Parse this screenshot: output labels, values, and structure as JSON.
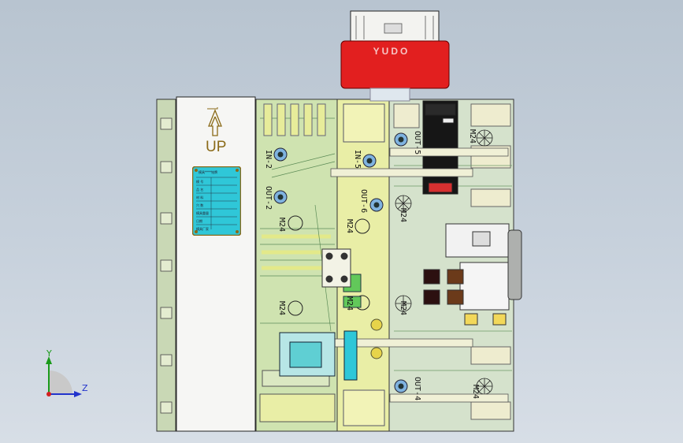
{
  "brand": {
    "name": "YUDO"
  },
  "handle": {
    "label": "UP"
  },
  "nameplate": {
    "title": "模具****铭牌",
    "rows": [
      "模 号",
      "品 名",
      "材 料",
      "穴 数",
      "模具重量",
      "日期",
      "模具厂家"
    ]
  },
  "ports": {
    "in2": "IN-2",
    "in5": "IN-5",
    "out2": "OUT-2",
    "out6": "OUT-6",
    "out5": "OUT-5",
    "out4": "OUT-4"
  },
  "threads": {
    "t1": "M24",
    "t2": "M24",
    "t3": "M24",
    "t4": "M24",
    "t5": "M24",
    "t6": "M24",
    "t7": "M24",
    "t8": "M24"
  },
  "axes": {
    "y": "Y",
    "z": "Z"
  },
  "colors": {
    "background": "#c3cdd8",
    "plate_green": "#cfe3b0",
    "plate_yellow": "#e9eea6",
    "hot_runner_red": "#e21f1f",
    "connector_black": "#161616",
    "nameplate_cyan": "#2fc7d8"
  }
}
